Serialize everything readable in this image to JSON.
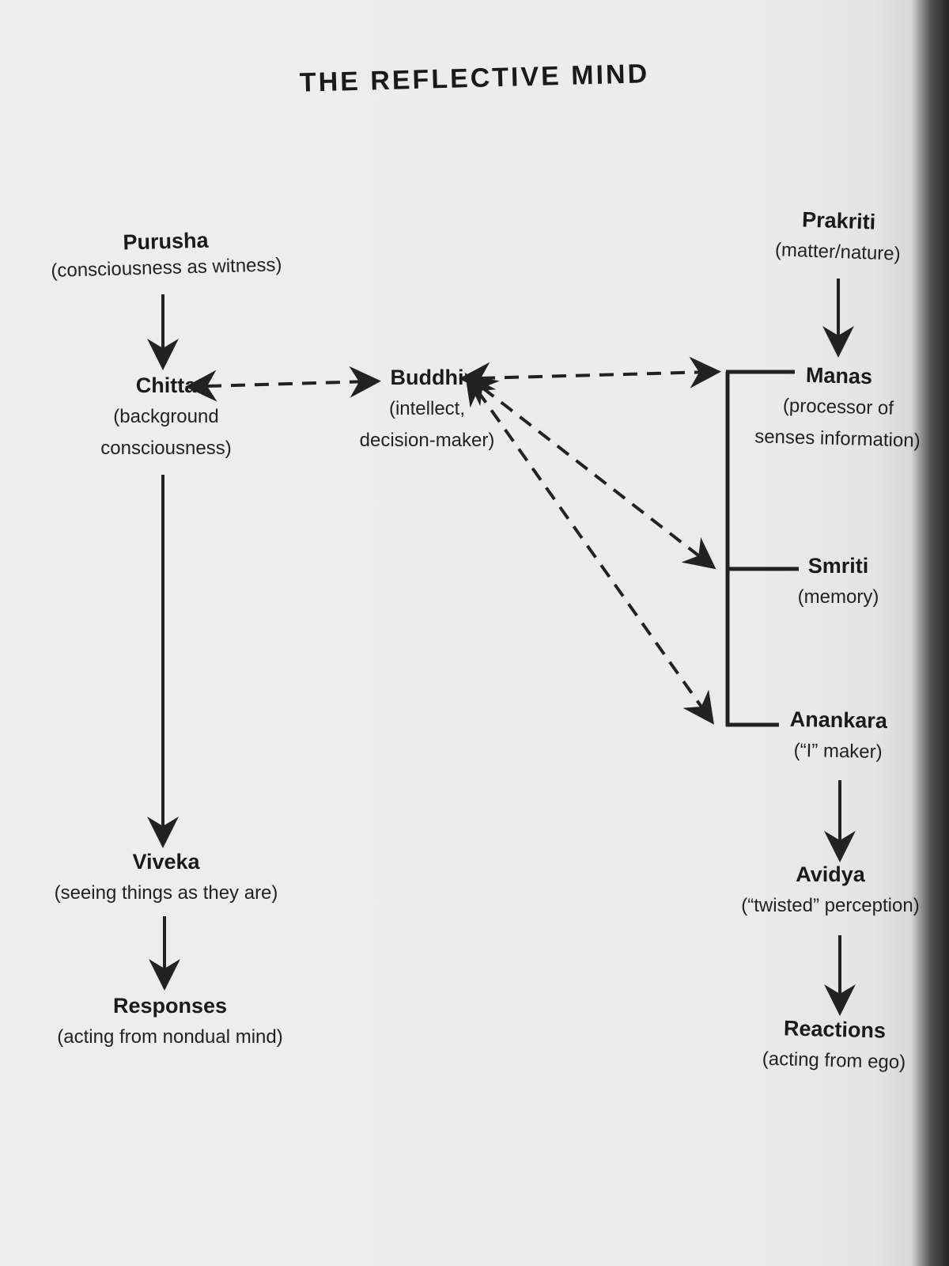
{
  "title": "THE REFLECTIVE MIND",
  "nodes": {
    "purusha": {
      "name": "Purusha",
      "desc": "(consciousness as witness)"
    },
    "chitta": {
      "name": "Chitta",
      "desc1": "(background",
      "desc2": "consciousness)"
    },
    "buddhi": {
      "name": "Buddhi",
      "desc1": "(intellect,",
      "desc2": "decision-maker)"
    },
    "prakriti": {
      "name": "Prakriti",
      "desc": "(matter/nature)"
    },
    "manas": {
      "name": "Manas",
      "desc1": "(processor of",
      "desc2": "senses information)"
    },
    "smriti": {
      "name": "Smriti",
      "desc": "(memory)"
    },
    "anankara": {
      "name": "Anankara",
      "desc": "(“I” maker)"
    },
    "viveka": {
      "name": "Viveka",
      "desc": "(seeing things as they are)"
    },
    "responses": {
      "name": "Responses",
      "desc": "(acting from nondual mind)"
    },
    "avidya": {
      "name": "Avidya",
      "desc": "(“twisted” perception)"
    },
    "reactions": {
      "name": "Reactions",
      "desc": "(acting from ego)"
    }
  }
}
